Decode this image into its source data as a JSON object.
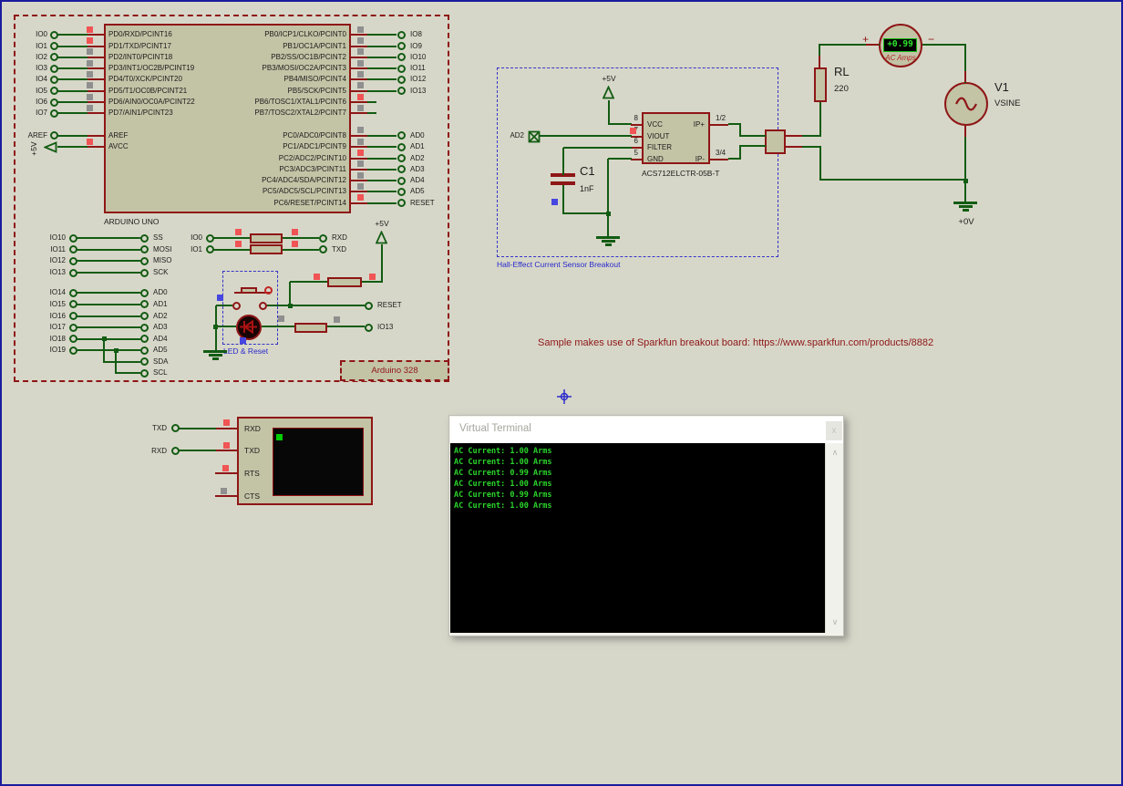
{
  "colors": {
    "state_red": "#f05454",
    "state_gray": "#8f8f8f",
    "state_blue": "#4646e0",
    "wire_green": "#135c13",
    "component_border": "#8e1616",
    "component_fill": "#c3c3a6",
    "terminal_text_green": "#2bd42b",
    "annotation_blue": "#2929cc",
    "annotation_red": "#8e1616"
  },
  "labels": {
    "p5v": "+5V"
  },
  "arduino": {
    "title": "ARDUINO UNO",
    "frame_label": "Arduino 328",
    "led_reset_label": "LED & Reset",
    "reset_label": "RESET",
    "io13_label": "IO13",
    "aref": {
      "ext": "AREF",
      "label": "AREF"
    },
    "avcc": {
      "label": "AVCC",
      "state": "red"
    },
    "left_pins": [
      {
        "ext": "IO0",
        "label": "PD0/RXD/PCINT16",
        "state": "red"
      },
      {
        "ext": "IO1",
        "label": "PD1/TXD/PCINT17",
        "state": "red"
      },
      {
        "ext": "IO2",
        "label": "PD2/INT0/PCINT18",
        "state": "gray"
      },
      {
        "ext": "IO3",
        "label": "PD3/INT1/OC2B/PCINT19",
        "state": "gray"
      },
      {
        "ext": "IO4",
        "label": "PD4/T0/XCK/PCINT20",
        "state": "gray"
      },
      {
        "ext": "IO5",
        "label": "PD5/T1/OC0B/PCINT21",
        "state": "gray"
      },
      {
        "ext": "IO6",
        "label": "PD6/AIN0/OC0A/PCINT22",
        "state": "gray"
      },
      {
        "ext": "IO7",
        "label": "PD7/AIN1/PCINT23",
        "state": "gray"
      }
    ],
    "right_pins": [
      {
        "ext": "IO8",
        "label": "PB0/ICP1/CLKO/PCINT0",
        "state": "gray"
      },
      {
        "ext": "IO9",
        "label": "PB1/OC1A/PCINT1",
        "state": "gray"
      },
      {
        "ext": "IO10",
        "label": "PB2/SS/OC1B/PCINT2",
        "state": "gray"
      },
      {
        "ext": "IO11",
        "label": "PB3/MOSI/OC2A/PCINT3",
        "state": "gray"
      },
      {
        "ext": "IO12",
        "label": "PB4/MISO/PCINT4",
        "state": "gray"
      },
      {
        "ext": "IO13",
        "label": "PB5/SCK/PCINT5",
        "state": "gray"
      },
      {
        "ext": null,
        "label": "PB6/TOSC1/XTAL1/PCINT6",
        "state": "red"
      },
      {
        "ext": null,
        "label": "PB7/TOSC2/XTAL2/PCINT7",
        "state": "gray"
      },
      null,
      {
        "ext": "AD0",
        "label": "PC0/ADC0/PCINT8",
        "state": "gray"
      },
      {
        "ext": "AD1",
        "label": "PC1/ADC1/PCINT9",
        "state": "gray"
      },
      {
        "ext": "AD2",
        "label": "PC2/ADC2/PCINT10",
        "state": "red"
      },
      {
        "ext": "AD3",
        "label": "PC3/ADC3/PCINT11",
        "state": "gray"
      },
      {
        "ext": "AD4",
        "label": "PC4/ADC4/SDA/PCINT12",
        "state": "gray"
      },
      {
        "ext": "AD5",
        "label": "PC5/ADC5/SCL/PCINT13",
        "state": "gray"
      },
      {
        "ext": "RESET",
        "label": "PC6/RESET/PCINT14",
        "state": "red"
      }
    ],
    "spi_pairs": [
      [
        "IO10",
        "SS"
      ],
      [
        "IO11",
        "MOSI"
      ],
      [
        "IO12",
        "MISO"
      ],
      [
        "IO13",
        "SCK"
      ]
    ],
    "adc_pairs": [
      [
        "IO14",
        "AD0"
      ],
      [
        "IO15",
        "AD1"
      ],
      [
        "IO16",
        "AD2"
      ],
      [
        "IO17",
        "AD3"
      ],
      [
        "IO18",
        "AD4"
      ],
      [
        "IO19",
        "AD5"
      ]
    ],
    "i2c_labels": [
      "SDA",
      "SCL"
    ],
    "uart_pairs": [
      [
        "IO0",
        "RXD"
      ],
      [
        "IO1",
        "TXD"
      ]
    ]
  },
  "sensor": {
    "box_label": "Hall-Effect Current Sensor Breakout",
    "part": "ACS712ELCTR-05B-T",
    "ad2_label": "AD2",
    "cap_ref": "C1",
    "cap_value": "1nF",
    "left_pins": [
      [
        "8",
        "VCC"
      ],
      [
        "7",
        "VIOUT"
      ],
      [
        "6",
        "FILTER"
      ],
      [
        "5",
        "GND"
      ]
    ],
    "right_pins": [
      [
        "1/2",
        "IP+"
      ],
      [
        "3/4",
        "IP-"
      ]
    ]
  },
  "load": {
    "ref": "RL",
    "value": "220"
  },
  "meter": {
    "value": "+0.99",
    "label": "AC Amps",
    "plus": "+",
    "minus": "−"
  },
  "source": {
    "ref": "V1",
    "model": "VSINE",
    "gnd_label": "+0V"
  },
  "note": {
    "text": "Sample makes use of Sparkfun breakout board:  https://www.sparkfun.com/products/8882"
  },
  "term_comp": {
    "pins": [
      "RXD",
      "TXD",
      "RTS",
      "CTS"
    ],
    "pin_states": [
      "red",
      "red",
      "red",
      "gray"
    ],
    "ext": [
      "TXD",
      "RXD"
    ]
  },
  "window": {
    "title": "Virtual Terminal",
    "close_label": "x",
    "scroll_up": "∧",
    "scroll_down": "∨",
    "lines": [
      "AC Current: 1.00 Arms",
      "AC Current: 1.00 Arms",
      "AC Current: 0.99 Arms",
      "AC Current: 1.00 Arms",
      "AC Current: 0.99 Arms",
      "AC Current: 1.00 Arms"
    ]
  }
}
